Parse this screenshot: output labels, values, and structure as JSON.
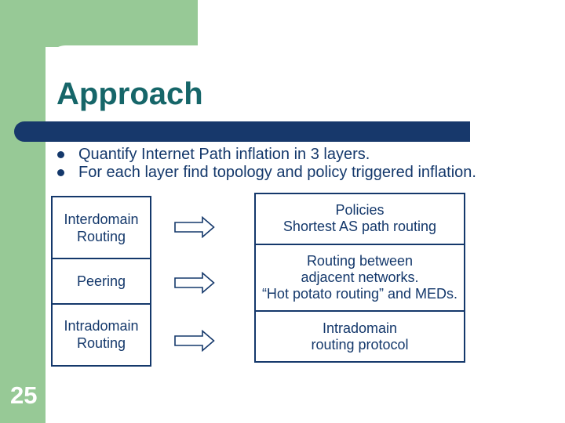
{
  "slide": {
    "title": "Approach",
    "page_number": "25",
    "bullets": [
      "Quantify Internet Path inflation in 3 layers.",
      "For each layer find topology and policy triggered inflation."
    ]
  },
  "diagram": {
    "left_rows": [
      {
        "lines": [
          "Interdomain",
          "Routing"
        ]
      },
      {
        "lines": [
          "Peering"
        ]
      },
      {
        "lines": [
          "Intradomain",
          "Routing"
        ]
      }
    ],
    "right_rows": [
      {
        "lines": [
          "Policies",
          "Shortest AS path routing"
        ]
      },
      {
        "lines": [
          "Routing between",
          "adjacent networks.",
          "“Hot potato routing” and MEDs."
        ]
      },
      {
        "lines": [
          "Intradomain",
          "routing protocol"
        ]
      }
    ],
    "icons": {
      "bullet": "circle-bullet-icon",
      "arrow": "right-block-arrow-icon"
    }
  },
  "colors": {
    "template_green": "#97C996",
    "bar_navy": "#17386B",
    "text_navy": "#14386B",
    "title_teal": "#166669",
    "page_number_white": "#FFFFFF"
  }
}
